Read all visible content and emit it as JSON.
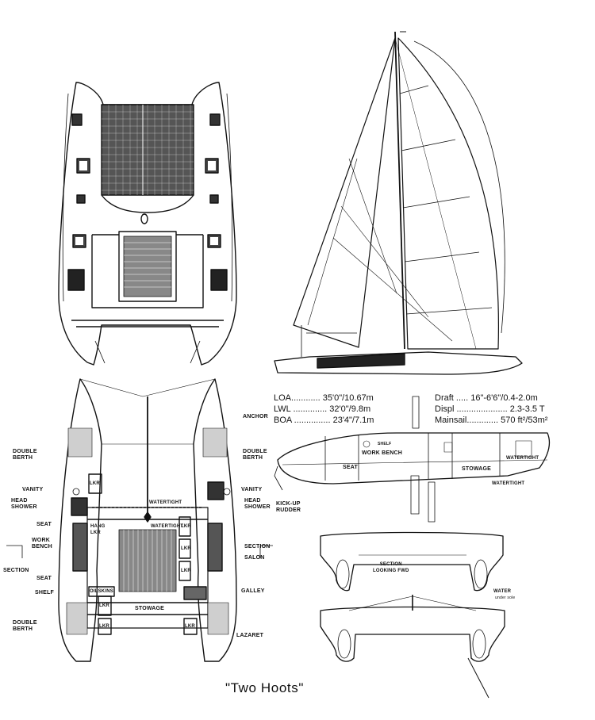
{
  "title": "\"Two Hoots\"",
  "specs": {
    "loa": "LOA............ 35'0\"/10.67m",
    "lwl": "LWL .............. 32'0\"/9.8m",
    "boa": "BOA ............... 23'4\"/7.1m",
    "draft": "Draft ..... 16\"-6'6\"/0.4-2.0m",
    "displ": "Displ ..................... 2.3-3.5 T",
    "mainsail": "Mainsail............. 570 ft²/53m²"
  },
  "plan_labels": {
    "anchor": "ANCHOR",
    "double_berth_l": "DOUBLE\nBERTH",
    "double_berth_r": "DOUBLE\nBERTH",
    "vanity_l": "VANITY",
    "vanity_r": "VANITY",
    "head_shower_l": "HEAD\nSHOWER",
    "head_shower_r": "HEAD\nSHOWER",
    "seat_l": "SEAT",
    "work_bench": "WORK\nBENCH",
    "section_l": "SECTION",
    "seat_l2": "SEAT",
    "shelf": "SHELF",
    "double_berth_l2": "DOUBLE\nBERTH",
    "section_r": "SECTION",
    "salon": "SALON",
    "galley": "GALLEY",
    "lazaret": "LAZARET",
    "watertight_1": "WATERTIGHT",
    "watertight_2": "WATERTIGHT",
    "hang_lkr": "HANG\nLKR",
    "lkr_1": "LKR",
    "lkr_2": "LKR",
    "lkr_3": "LKR",
    "lkr_4": "LKR",
    "lkr_5": "LKR",
    "lkr_6": "LKR",
    "lkr_7": "LKR",
    "oilskins": "OILSKINS",
    "stowage": "STOWAGE"
  },
  "profile_labels": {
    "seat": "SEAT",
    "work_bench": "WORK BENCH",
    "shelf": "SHELF",
    "stowage": "STOWAGE",
    "watertight_a": "WATERTIGHT",
    "watertight_b": "WATERTIGHT",
    "kick_up_rudder": "KICK-UP\nRUDDER"
  },
  "section_labels": {
    "section_looking_fwd": "SECTION\nLOOKING FWD",
    "water": "WATER",
    "under_sole": "under sole"
  }
}
